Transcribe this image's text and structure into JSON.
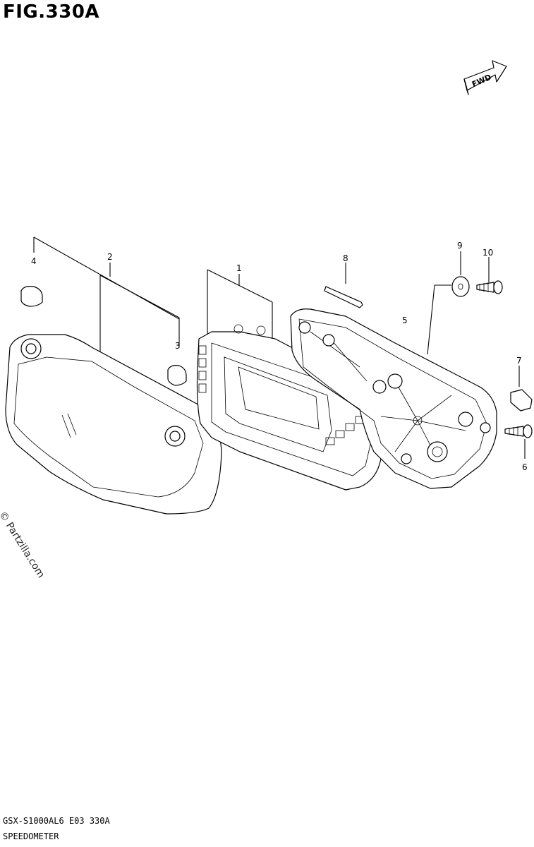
{
  "figure": {
    "title": "FIG.330A"
  },
  "fwd_label": "FWD",
  "watermark": "© Partzilla.com",
  "callouts": [
    "1",
    "2",
    "3",
    "4",
    "5",
    "6",
    "7",
    "8",
    "9",
    "10"
  ],
  "footer": {
    "code": "GSX-S1000AL6  E03  330A",
    "name": "SPEEDOMETER"
  }
}
